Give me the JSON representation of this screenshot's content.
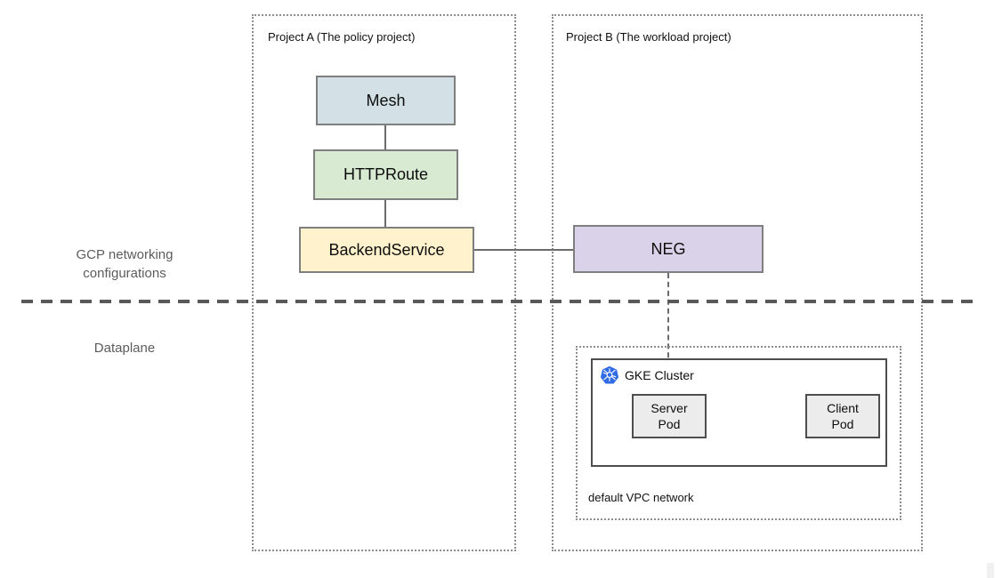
{
  "projects": {
    "project_a": {
      "label": "Project A (The policy project)"
    },
    "project_b": {
      "label": "Project B (The workload project)"
    }
  },
  "layers": {
    "top_label": "GCP networking\nconfigurations",
    "bottom_label": "Dataplane"
  },
  "nodes": {
    "mesh": {
      "label": "Mesh",
      "fill": "#d3e1e7"
    },
    "httproute": {
      "label": "HTTPRoute",
      "fill": "#d9ead3"
    },
    "backend_service": {
      "label": "BackendService",
      "fill": "#fff2cc"
    },
    "neg": {
      "label": "NEG",
      "fill": "#d9d2e9"
    }
  },
  "dataplane": {
    "gke_cluster": {
      "label": "GKE Cluster",
      "icon": "kubernetes-icon",
      "icon_color": "#326ce5"
    },
    "server_pod": {
      "label": "Server\nPod"
    },
    "client_pod": {
      "label": "Client\nPod"
    },
    "vpc_label": "default VPC network"
  },
  "colors": {
    "node_border": "#7f7f7f",
    "cluster_border": "#4d4d4d",
    "dotted_border": "#8d8d8d",
    "separator_dash": "#595959",
    "muted_text": "#5c5c5c",
    "pod_fill": "#ececec"
  }
}
